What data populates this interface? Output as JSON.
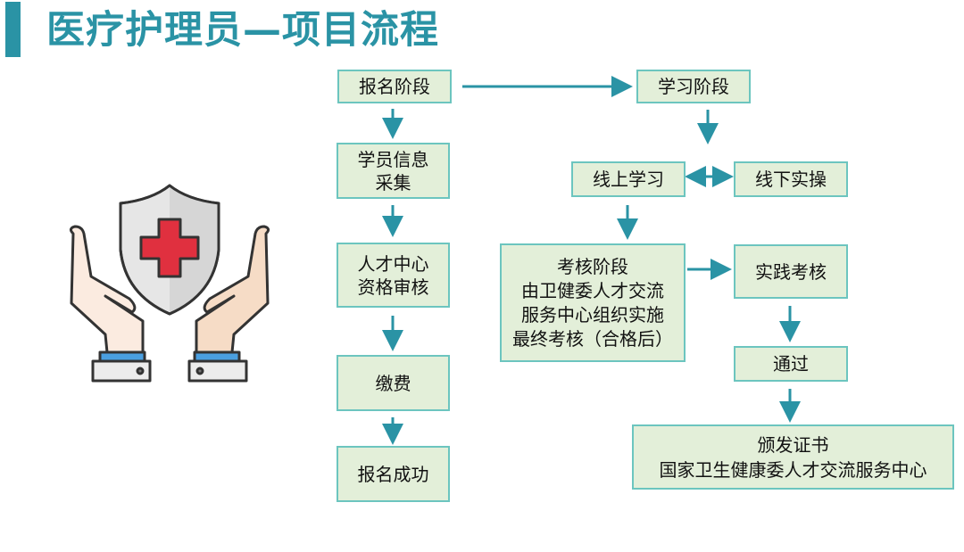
{
  "title": "医疗护理员—项目流程",
  "colors": {
    "accent": "#2a93a5",
    "box_fill": "#e3efd9",
    "box_border": "#6cc5bf",
    "arrow": "#2a93a5"
  },
  "illustration": {
    "icon": "shield-hands-medical-cross-icon"
  },
  "left_flow": [
    {
      "lines": [
        "报名阶段"
      ]
    },
    {
      "lines": [
        "学员信息",
        "采集"
      ]
    },
    {
      "lines": [
        "人才中心",
        "资格审核"
      ]
    },
    {
      "lines": [
        "缴费"
      ]
    },
    {
      "lines": [
        "报名成功"
      ]
    }
  ],
  "right_flow": {
    "study": {
      "lines": [
        "学习阶段"
      ]
    },
    "online": {
      "lines": [
        "线上学习"
      ]
    },
    "offline": {
      "lines": [
        "线下实操"
      ]
    },
    "exam": {
      "lines": [
        "考核阶段",
        "由卫健委人才交流",
        "服务中心组织实施",
        "最终考核（合格后）"
      ]
    },
    "practice": {
      "lines": [
        "实践考核"
      ]
    },
    "pass": {
      "lines": [
        "通过"
      ]
    },
    "certificate": {
      "lines": [
        "颁发证书",
        "国家卫生健康委人才交流服务中心"
      ]
    }
  }
}
